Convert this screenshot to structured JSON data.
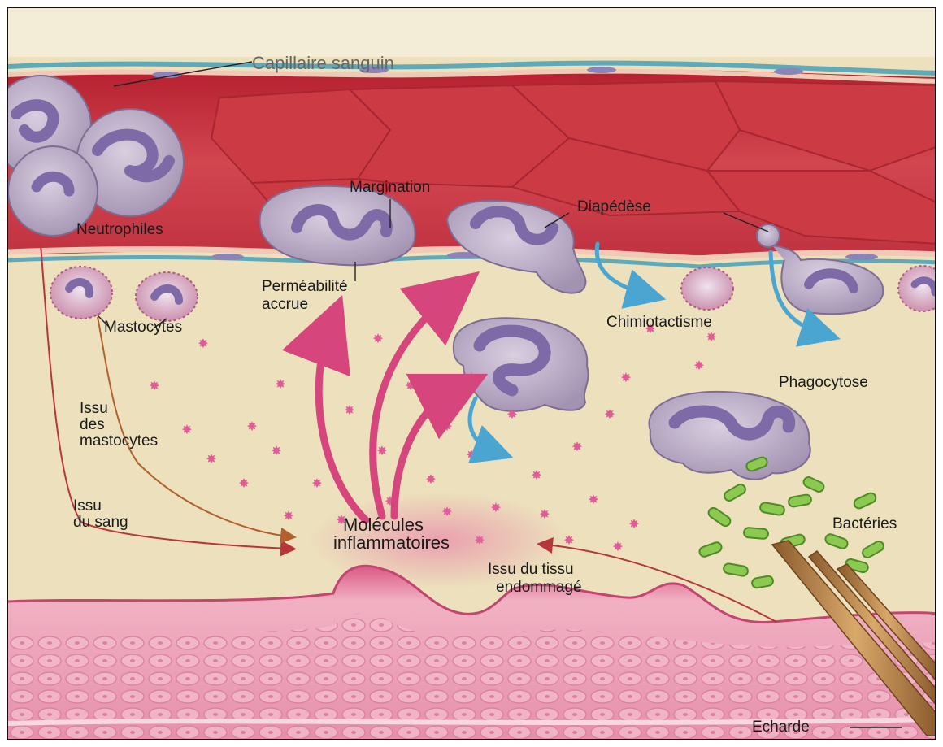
{
  "labels": {
    "capillaire": "Capillaire sanguin",
    "neutrophiles": "Neutrophiles",
    "margination": "Margination",
    "diapedese": "Diapédèse",
    "permeabilite": "Perméabilité",
    "accrue": "accrue",
    "mastocytes": "Mastocytes",
    "chimiotactisme": "Chimiotactisme",
    "phagocytose": "Phagocytose",
    "issu_mastocytes_1": "Issu",
    "issu_mastocytes_2": "des",
    "issu_mastocytes_3": "mastocytes",
    "issu_sang_1": "Issu",
    "issu_sang_2": "du sang",
    "molecules_1": "Molécules",
    "molecules_2": "inflammatoires",
    "bacteries": "Bactéries",
    "issu_tissu_1": "Issu du tissu",
    "issu_tissu_2": "endommagé",
    "echarde": "Echarde"
  },
  "colors": {
    "blood": "#c8343f",
    "vessel_wall": "#5fa9b8",
    "tissue": "#ece1bc",
    "cell": "#b9a9c6",
    "nucleus": "#7d6aa6",
    "pink_arrow": "#d6467d",
    "blue_arrow": "#4aa6d1",
    "bacteria": "#7fc04a",
    "epithelium": "#e27fa0",
    "splinter": "#b8844a"
  }
}
